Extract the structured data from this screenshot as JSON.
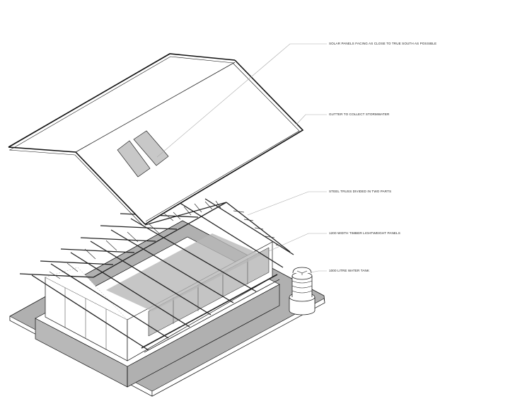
{
  "diagram": {
    "type": "exploded axonometric architectural drawing",
    "subject": "house with steel truss roof, solar panels and water tank",
    "colors": {
      "line": "#111111",
      "leader": "#aaaaaa",
      "slab_fill": "#b0b0b0",
      "panel_fill": "#c8c8c8",
      "background": "#ffffff"
    },
    "annotations": [
      {
        "id": "solar",
        "text": "SOLAR PANELS FACING AS CLOSE TO TRUE SOUTH AS POSSIBLE"
      },
      {
        "id": "gutter",
        "text": "GUTTER  TO COLLECT STORMWATER"
      },
      {
        "id": "truss",
        "text": "STEEL TRUSS DIVIDED IN TWO PARTS"
      },
      {
        "id": "panels",
        "text": "1200 WIDTH TIMBER LIGHTWEIGHT PANELS"
      },
      {
        "id": "tank",
        "text": "1000 LITRE WATER TANK"
      }
    ]
  }
}
